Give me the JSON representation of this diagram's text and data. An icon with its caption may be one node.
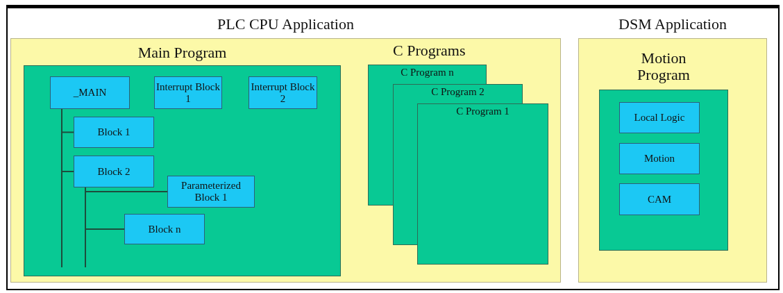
{
  "diagram": {
    "nodes": [
      {
        "text": [
          "PLC CPU Application"
        ]
      },
      {
        "text": [
          "Main Program"
        ],
        "in": 0
      },
      {
        "text": [
          "_MAIN"
        ],
        "in": 1
      },
      {
        "text": [
          "Interrupt Block 1"
        ],
        "in": 1
      },
      {
        "text": [
          "Interrupt Block 2"
        ],
        "in": 1
      },
      {
        "text": [
          "Block 1"
        ],
        "in": 1
      },
      {
        "text": [
          "Block 2"
        ],
        "in": 1
      },
      {
        "text": [
          "Parameterized Block 1"
        ],
        "in": 1
      },
      {
        "text": [
          "Block n"
        ],
        "in": 1
      },
      {
        "text": [
          "C Program n"
        ],
        "in": 0
      },
      {
        "text": [
          "C Program 2"
        ],
        "in": 0
      },
      {
        "text": [
          "C Program 1"
        ],
        "in": 0
      },
      {
        "text": [
          "DSM Application"
        ]
      },
      {
        "text": [
          "Motion Program"
        ],
        "in": 12
      },
      {
        "text": [
          "Local Logic"
        ],
        "in": 13
      },
      {
        "text": [
          "Motion"
        ],
        "in": 13
      },
      {
        "text": [
          "CAM"
        ],
        "in": 13
      }
    ],
    "edges": [
      {
        "from": 2,
        "to": 5,
        "arrow": "none"
      },
      {
        "from": 2,
        "to": 6,
        "arrow": "none"
      },
      {
        "from": 6,
        "to": 7,
        "arrow": "none"
      },
      {
        "from": 6,
        "to": 8,
        "arrow": "none"
      }
    ],
    "labels": [
      "C Programs"
    ]
  }
}
